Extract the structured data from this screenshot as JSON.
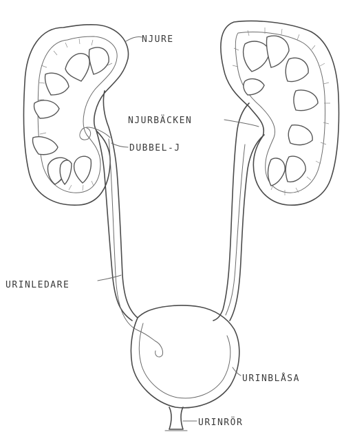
{
  "labels": {
    "njure": "NJURE",
    "njurbacken": "NJURBÄCKEN",
    "dubbel_j": "DUBBEL-J",
    "urinledare": "URINLEDARE",
    "urinblasa": "URINBLÅSA",
    "urinror": "URINRÖR"
  },
  "colors": {
    "ink": "#4a4a4a",
    "paper": "#ffffff"
  }
}
